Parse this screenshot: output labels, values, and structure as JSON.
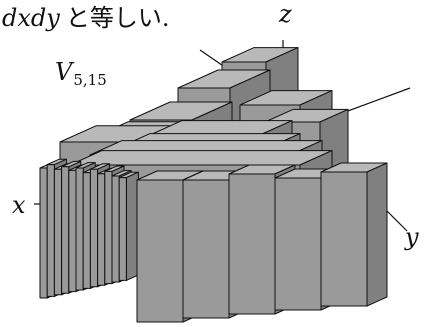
{
  "header": {
    "fragment_math": "dxdy",
    "fragment_text": "と等しい."
  },
  "figure": {
    "set_label": "V",
    "set_subscript": "5,15",
    "axes": {
      "x": "x",
      "y": "y",
      "z": "z"
    }
  },
  "colors": {
    "face_top": "#b9b9b9",
    "face_front": "#9a9a9a",
    "face_side": "#808080",
    "outline": "#111111",
    "text": "#111111"
  }
}
